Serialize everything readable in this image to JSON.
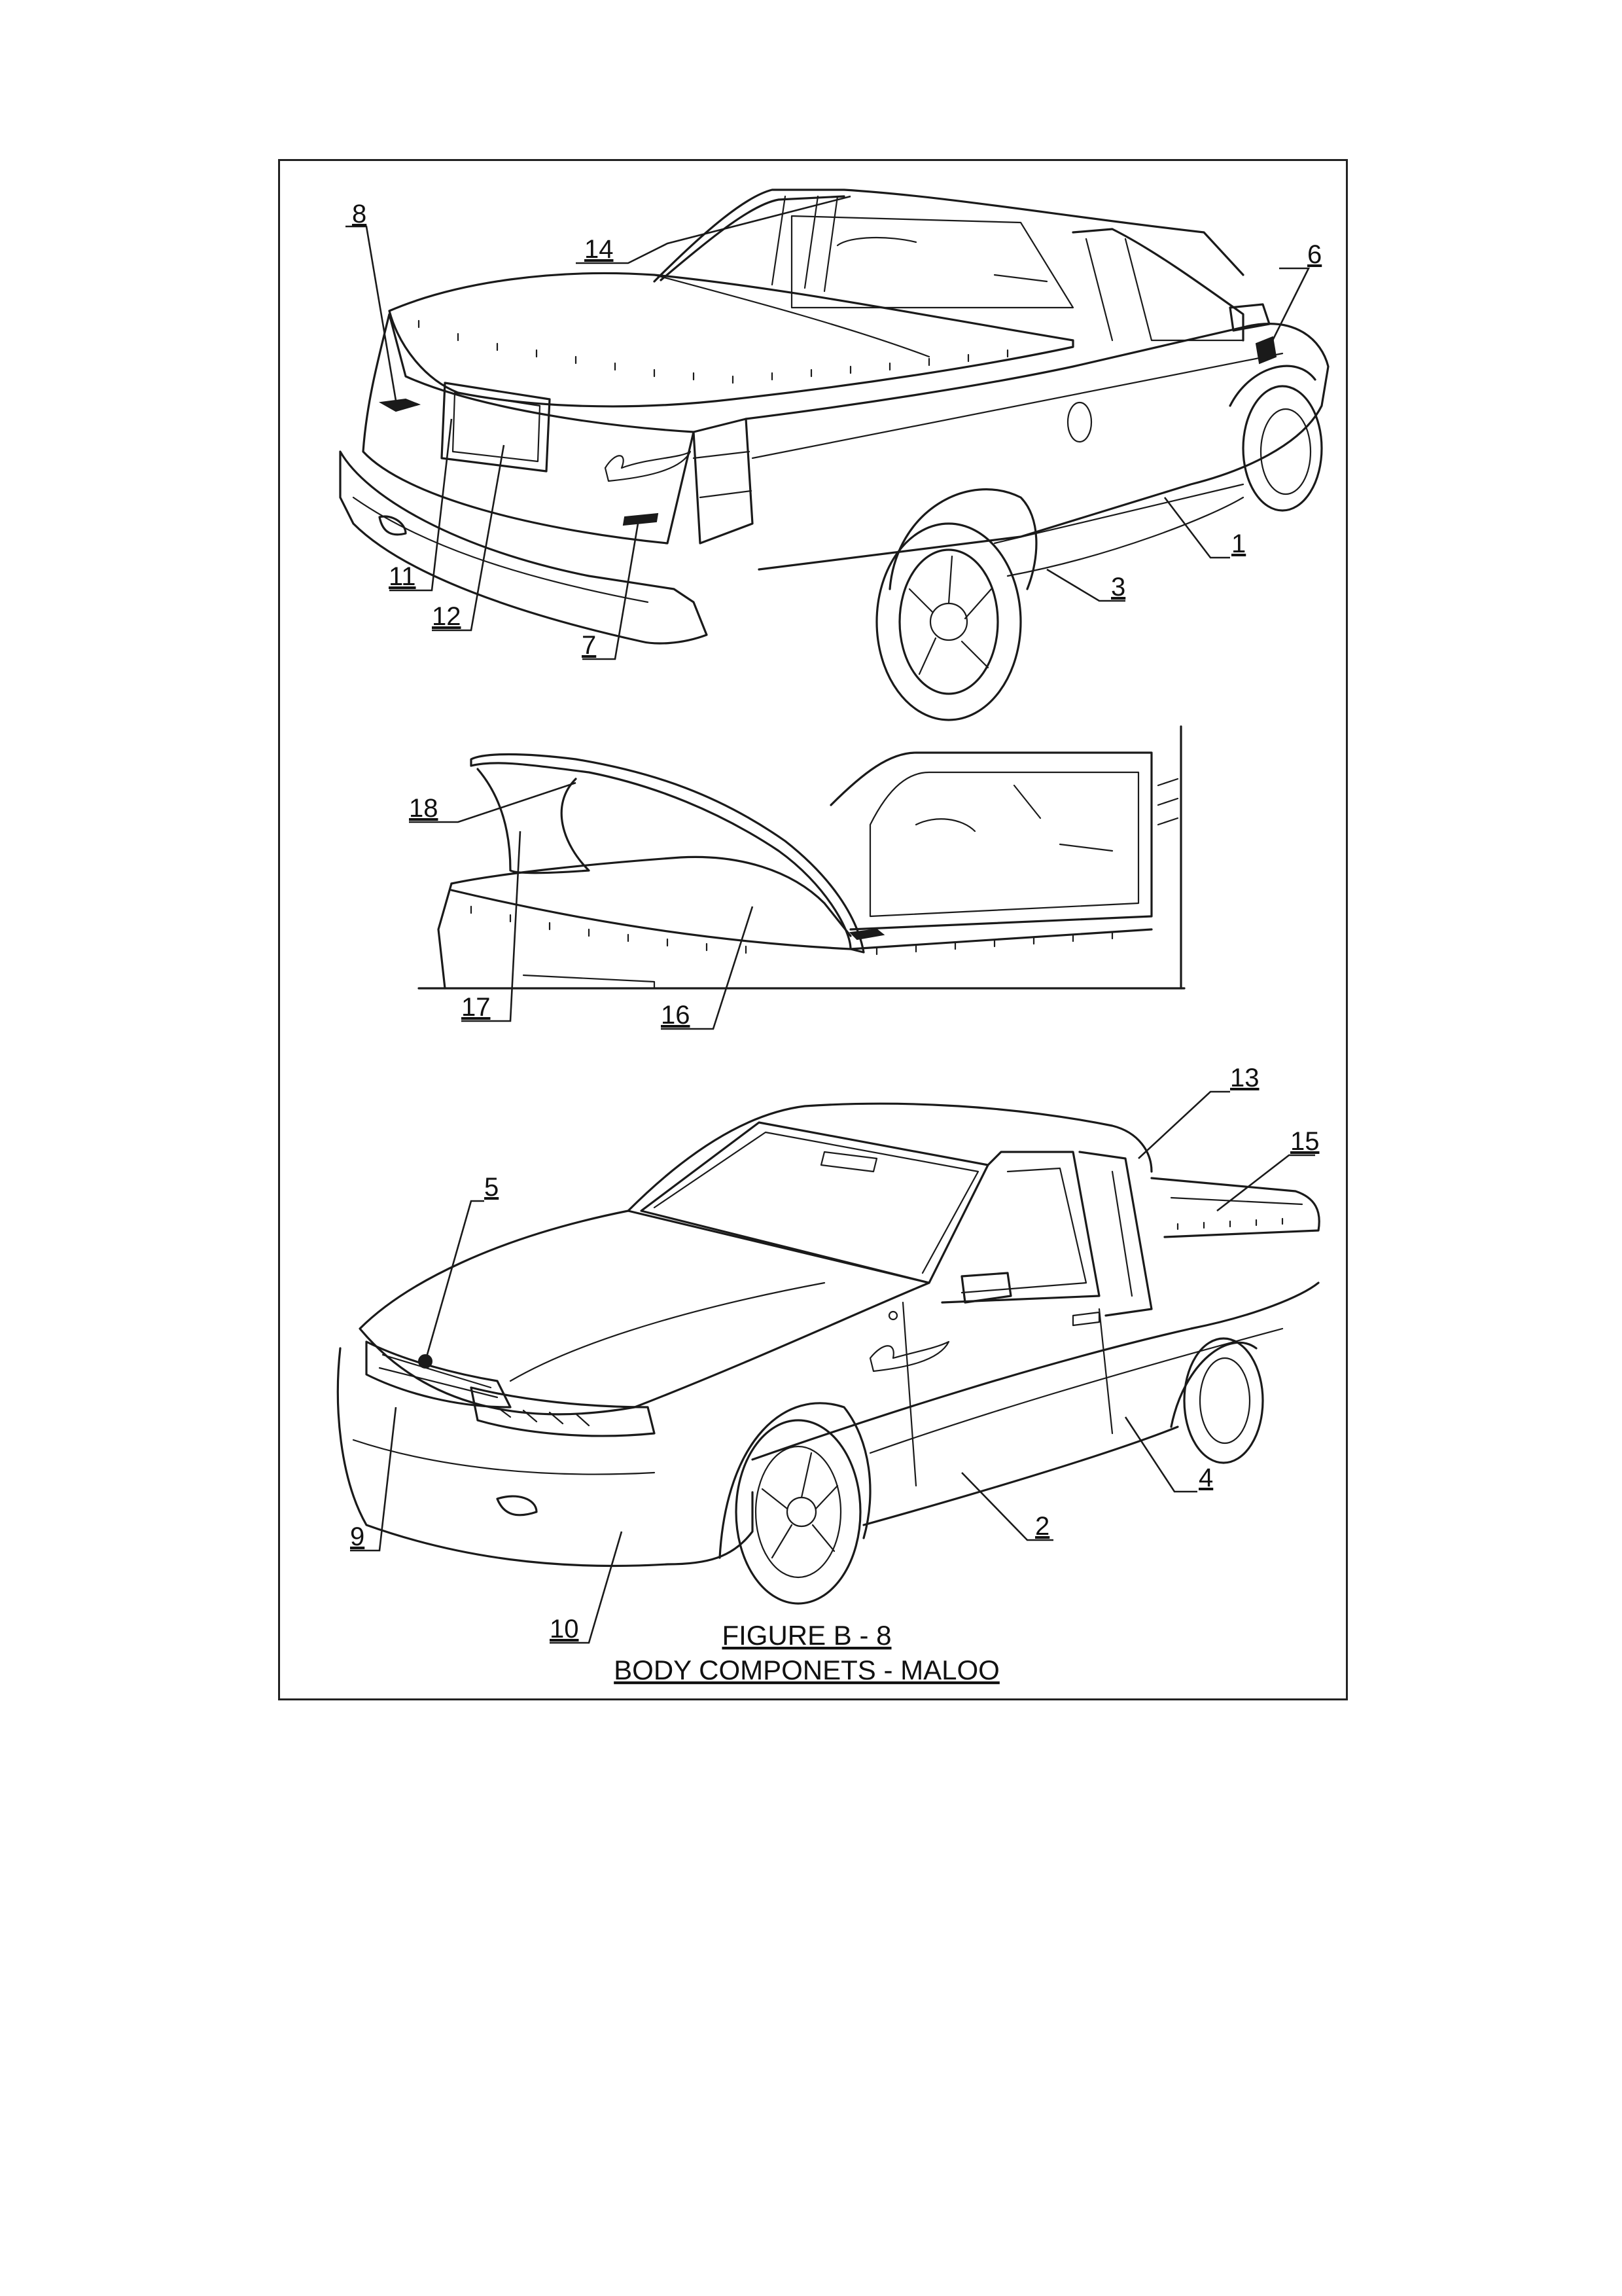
{
  "figure": {
    "caption_line1": "FIGURE B - 8",
    "caption_line2": "BODY COMPONETS - MALOO"
  },
  "callouts": {
    "c1": "1",
    "c2": "2",
    "c3": "3",
    "c4": "4",
    "c5": "5",
    "c6": "6",
    "c7": "7",
    "c8": "8",
    "c9": "9",
    "c10": "10",
    "c11": "11",
    "c12": "12",
    "c13": "13",
    "c14": "14",
    "c15": "15",
    "c16": "16",
    "c17": "17",
    "c18": "18"
  },
  "colors": {
    "ink": "#1a1a1a",
    "background": "#ffffff"
  }
}
